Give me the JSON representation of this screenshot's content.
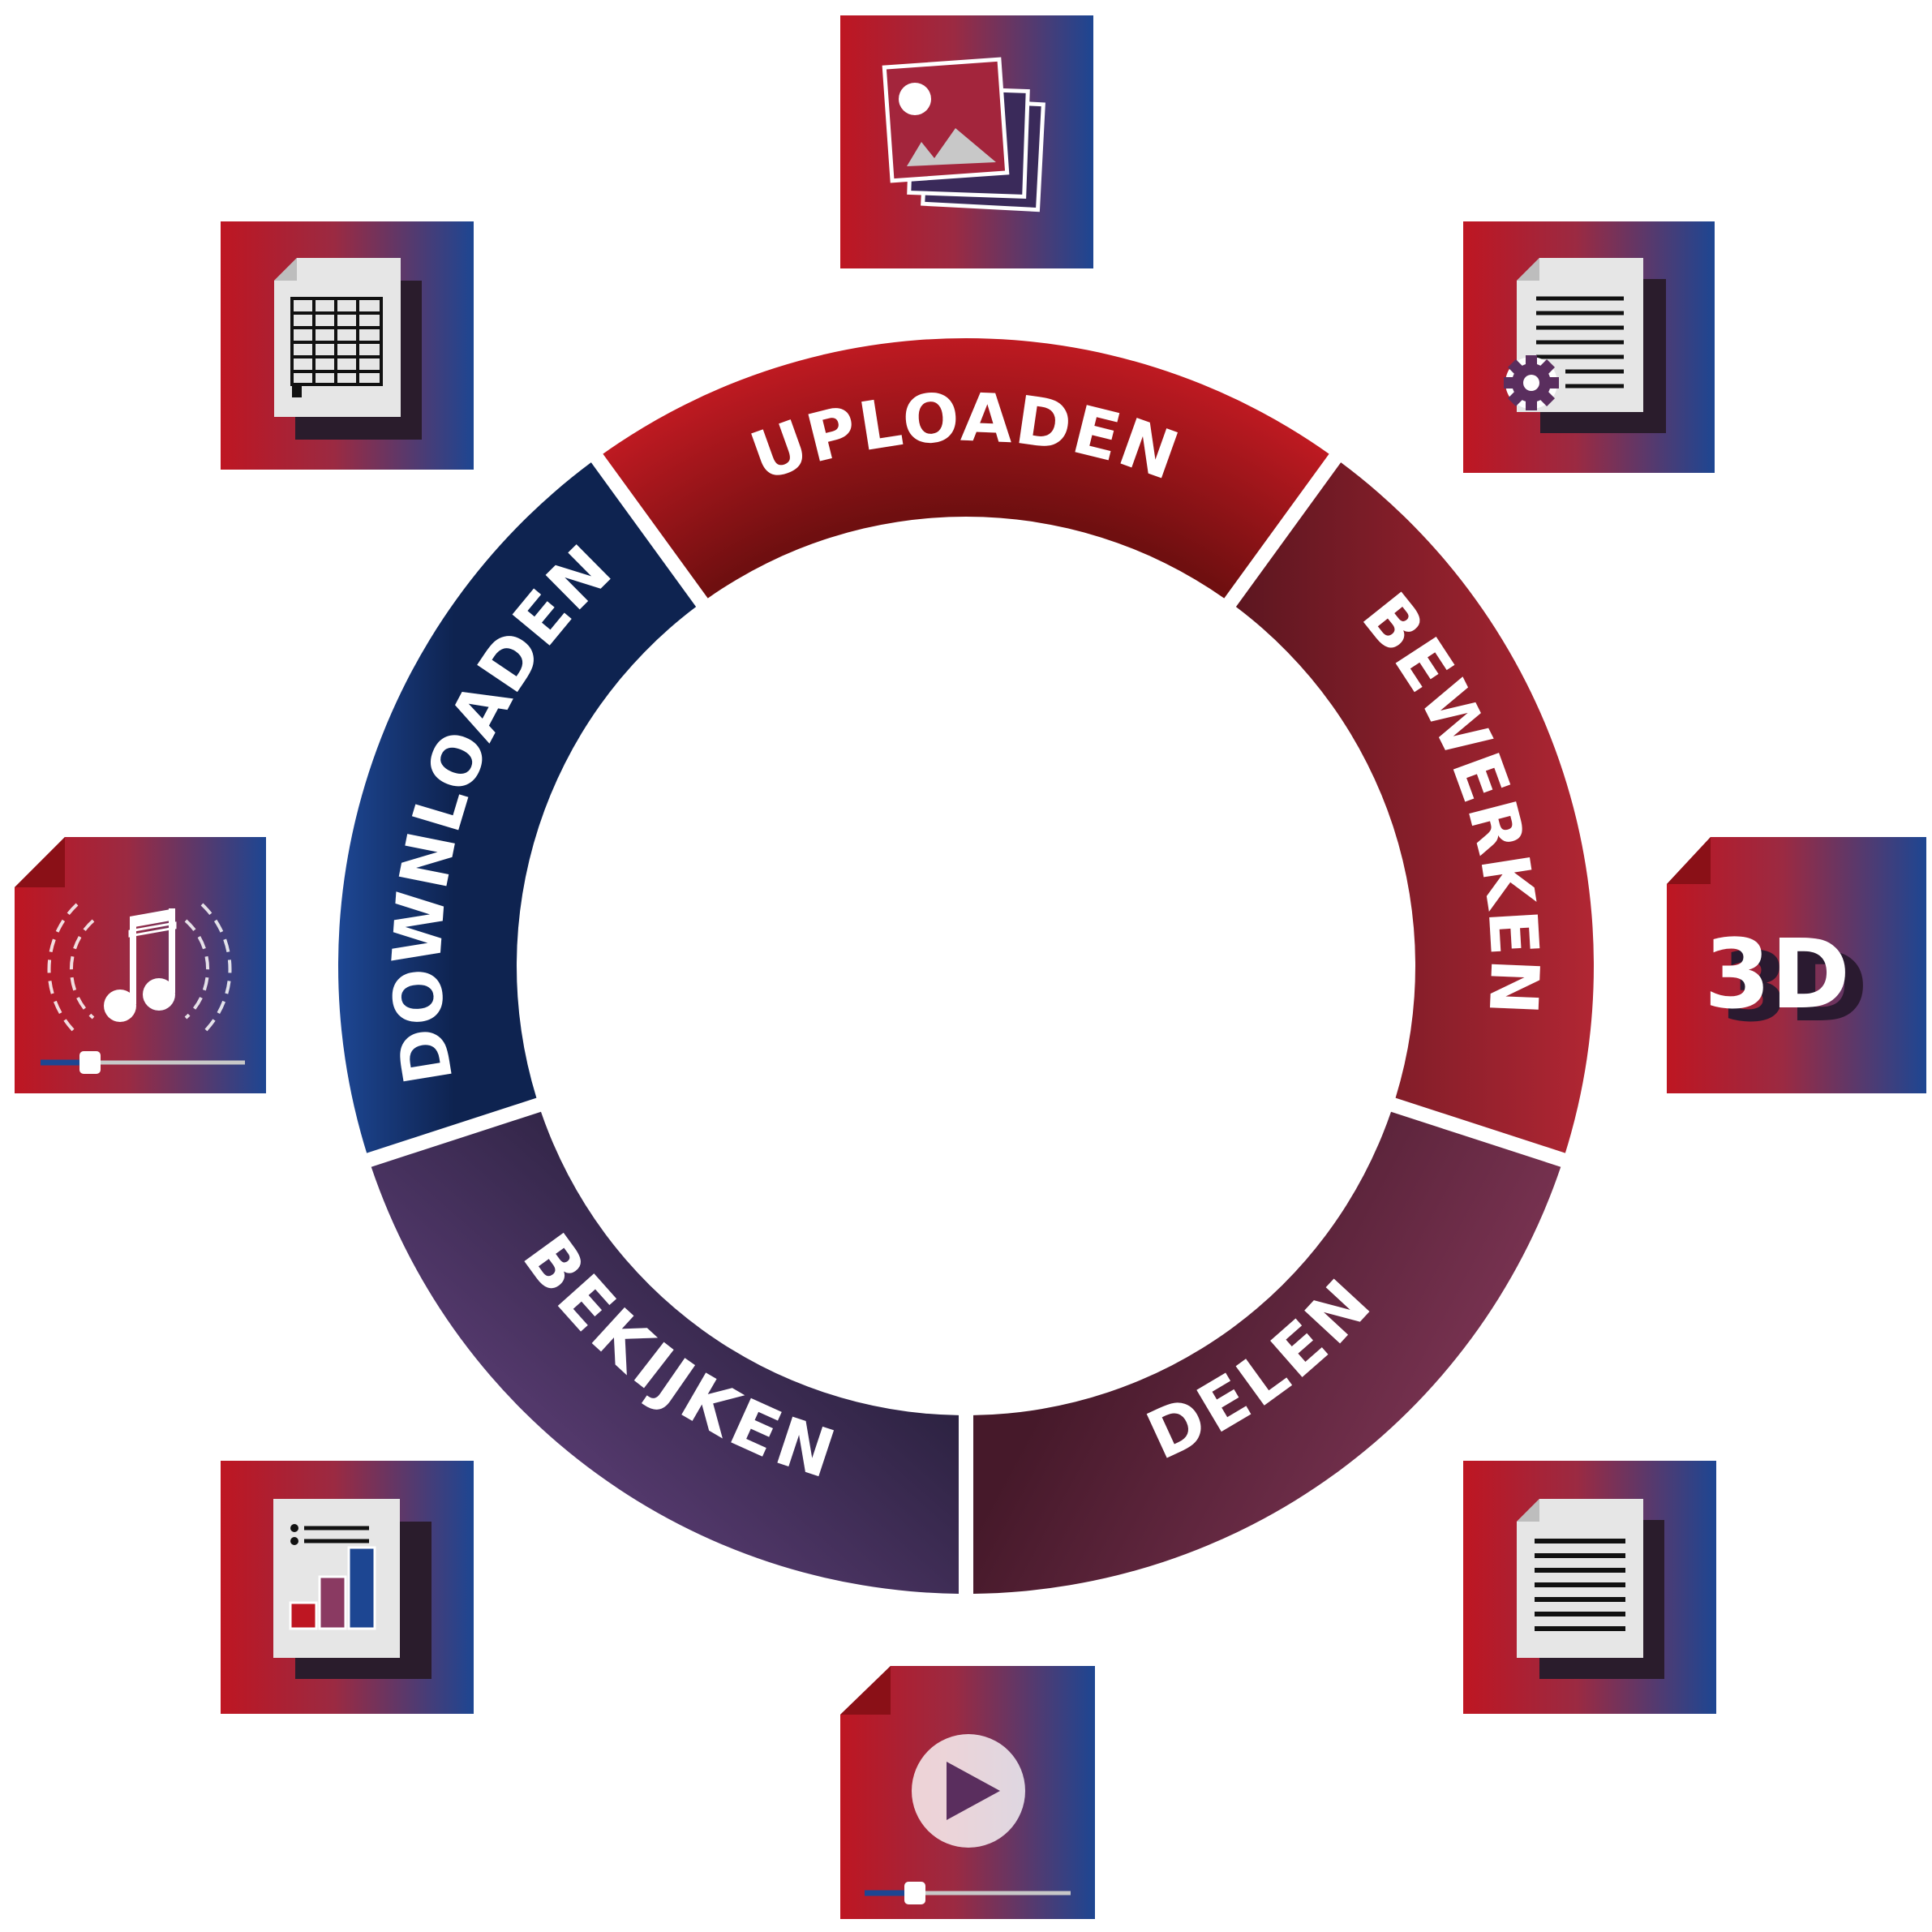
{
  "colors": {
    "red": "#be1622",
    "blue": "#1d4692",
    "dark_red": "#6f0f10",
    "navy": "#10214e",
    "plum": "#5c3d6b",
    "wine": "#7e3252",
    "white": "#ffffff"
  },
  "ring": {
    "segments": [
      {
        "id": "uploaden",
        "label": "UPLOADEN"
      },
      {
        "id": "bewerken",
        "label": "BEWERKEN"
      },
      {
        "id": "delen",
        "label": "DELEN"
      },
      {
        "id": "bekijken",
        "label": "BEKIJKEN"
      },
      {
        "id": "downloaden",
        "label": "DOWNLOADEN"
      }
    ]
  },
  "tiles": [
    {
      "id": "images",
      "icon": "image-stack-icon"
    },
    {
      "id": "settings-doc",
      "icon": "document-settings-icon"
    },
    {
      "id": "three-d",
      "icon": "3d-icon",
      "text": "3D"
    },
    {
      "id": "text-doc",
      "icon": "text-document-icon"
    },
    {
      "id": "video",
      "icon": "video-play-icon"
    },
    {
      "id": "chart-doc",
      "icon": "chart-document-icon"
    },
    {
      "id": "audio",
      "icon": "audio-icon"
    },
    {
      "id": "spreadsheet",
      "icon": "spreadsheet-icon"
    }
  ]
}
